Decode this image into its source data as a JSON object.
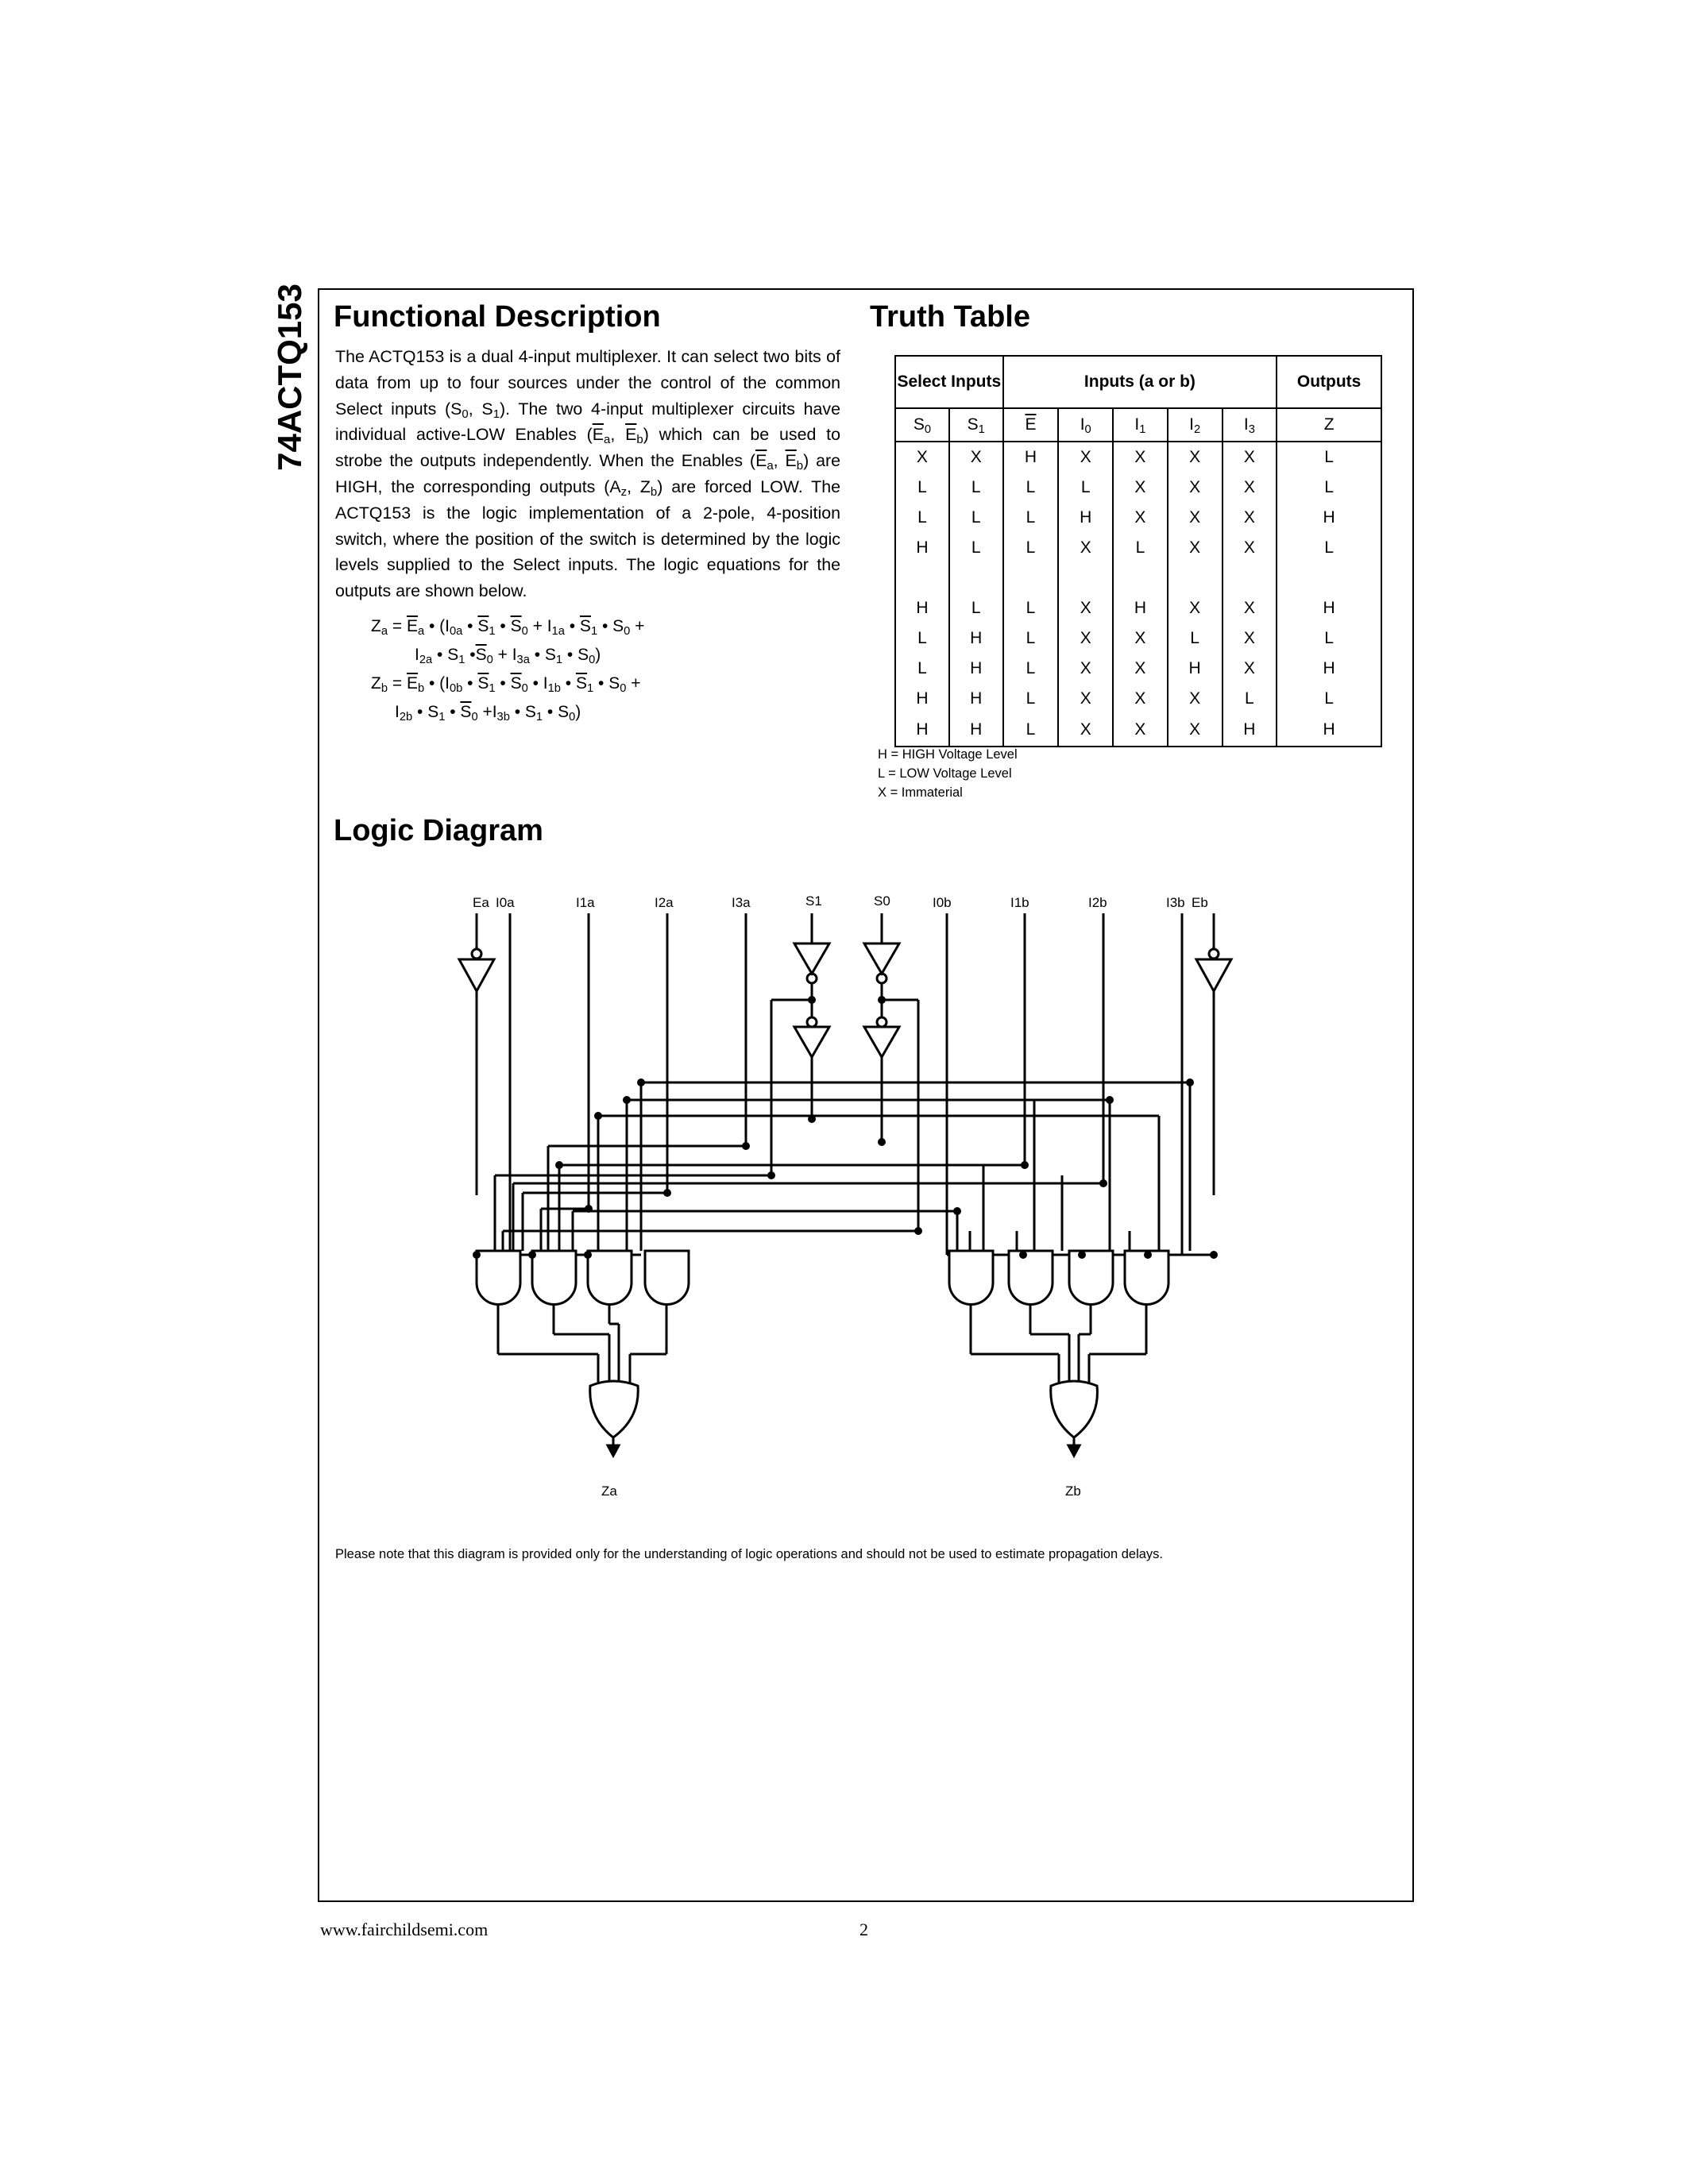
{
  "part_number": "74ACTQ153",
  "functional_description": {
    "heading": "Functional Description",
    "paragraph_html": "The ACTQ153 is a dual 4-input multiplexer. It can select two bits of data from up to four sources under the control of the common Select inputs (S<sub>0</sub>, S<sub>1</sub>). The two 4-input multiplexer circuits have individual active-LOW Enables (<span class=\"ol\">E</span><sub>a</sub>, <span class=\"ol\">E</span><sub>b</sub>) which can be used to strobe the outputs independently. When the Enables (<span class=\"ol\">E</span><sub>a</sub>, <span class=\"ol\">E</span><sub>b</sub>) are HIGH, the corresponding outputs (A<sub>z</sub>, Z<sub>b</sub>) are forced LOW. The ACTQ153 is the logic implementation of a 2-pole, 4-position switch, where the position of the switch is determined by the logic levels supplied to the Select inputs. The logic equations for the outputs are shown below.",
    "equations_html": [
      "Z<sub>a</sub> = <span class=\"ol\">E</span><sub>a</sub> • (I<sub>0a</sub> • <span class=\"ol\">S</span><sub>1</sub> • <span class=\"ol\">S</span><sub>0</sub> + I<sub>1a</sub> • <span class=\"ol\">S</span><sub>1</sub> • S<sub>0</sub> +",
      "I<sub>2a</sub> • S<sub>1</sub> •<span class=\"ol\">S</span><sub>0</sub> + I<sub>3a</sub> • S<sub>1</sub> • S<sub>0</sub>)",
      "Z<sub>b</sub> = <span class=\"ol\">E</span><sub>b</sub> • (I<sub>0b</sub> • <span class=\"ol\">S</span><sub>1</sub> • <span class=\"ol\">S</span><sub>0</sub> • I<sub>1b</sub> • <span class=\"ol\">S</span><sub>1</sub> • S<sub>0</sub> +",
      "I<sub>2b</sub> • S<sub>1</sub> • <span class=\"ol\">S</span><sub>0</sub> +I<sub>3b</sub> • S<sub>1</sub> • S<sub>0</sub>)"
    ]
  },
  "truth_table": {
    "heading": "Truth Table",
    "group_headers": [
      "Select Inputs",
      "Inputs (a or b)",
      "Outputs"
    ],
    "column_headers_html": [
      "S<sub>0</sub>",
      "S<sub>1</sub>",
      "<span class=\"ol\">E</span>",
      "I<sub>0</sub>",
      "I<sub>1</sub>",
      "I<sub>2</sub>",
      "I<sub>3</sub>",
      "Z"
    ],
    "rows": [
      [
        "X",
        "X",
        "H",
        "X",
        "X",
        "X",
        "X",
        "L"
      ],
      [
        "L",
        "L",
        "L",
        "L",
        "X",
        "X",
        "X",
        "L"
      ],
      [
        "L",
        "L",
        "L",
        "H",
        "X",
        "X",
        "X",
        "H"
      ],
      [
        "H",
        "L",
        "L",
        "X",
        "L",
        "X",
        "X",
        "L"
      ],
      [],
      [
        "H",
        "L",
        "L",
        "X",
        "H",
        "X",
        "X",
        "H"
      ],
      [
        "L",
        "H",
        "L",
        "X",
        "X",
        "L",
        "X",
        "L"
      ],
      [
        "L",
        "H",
        "L",
        "X",
        "X",
        "H",
        "X",
        "H"
      ],
      [
        "H",
        "H",
        "L",
        "X",
        "X",
        "X",
        "L",
        "L"
      ],
      [
        "H",
        "H",
        "L",
        "X",
        "X",
        "X",
        "H",
        "H"
      ]
    ],
    "legend": [
      "H = HIGH Voltage Level",
      "L = LOW Voltage Level",
      "X = Immaterial"
    ]
  },
  "logic_diagram": {
    "heading": "Logic Diagram",
    "input_labels": {
      "ea": "Ea",
      "i0a": "I0a",
      "i1a": "I1a",
      "i2a": "I2a",
      "i3a": "I3a",
      "s1": "S1",
      "s0": "S0",
      "i0b": "I0b",
      "i1b": "I1b",
      "i2b": "I2b",
      "i3b": "I3b",
      "eb": "Eb"
    },
    "output_labels": {
      "za": "Za",
      "zb": "Zb"
    },
    "note": "Please note that this diagram is provided only for the understanding of logic operations and should not be used to estimate propagation delays."
  },
  "footer": {
    "url": "www.fairchildsemi.com",
    "page_number": "2"
  }
}
